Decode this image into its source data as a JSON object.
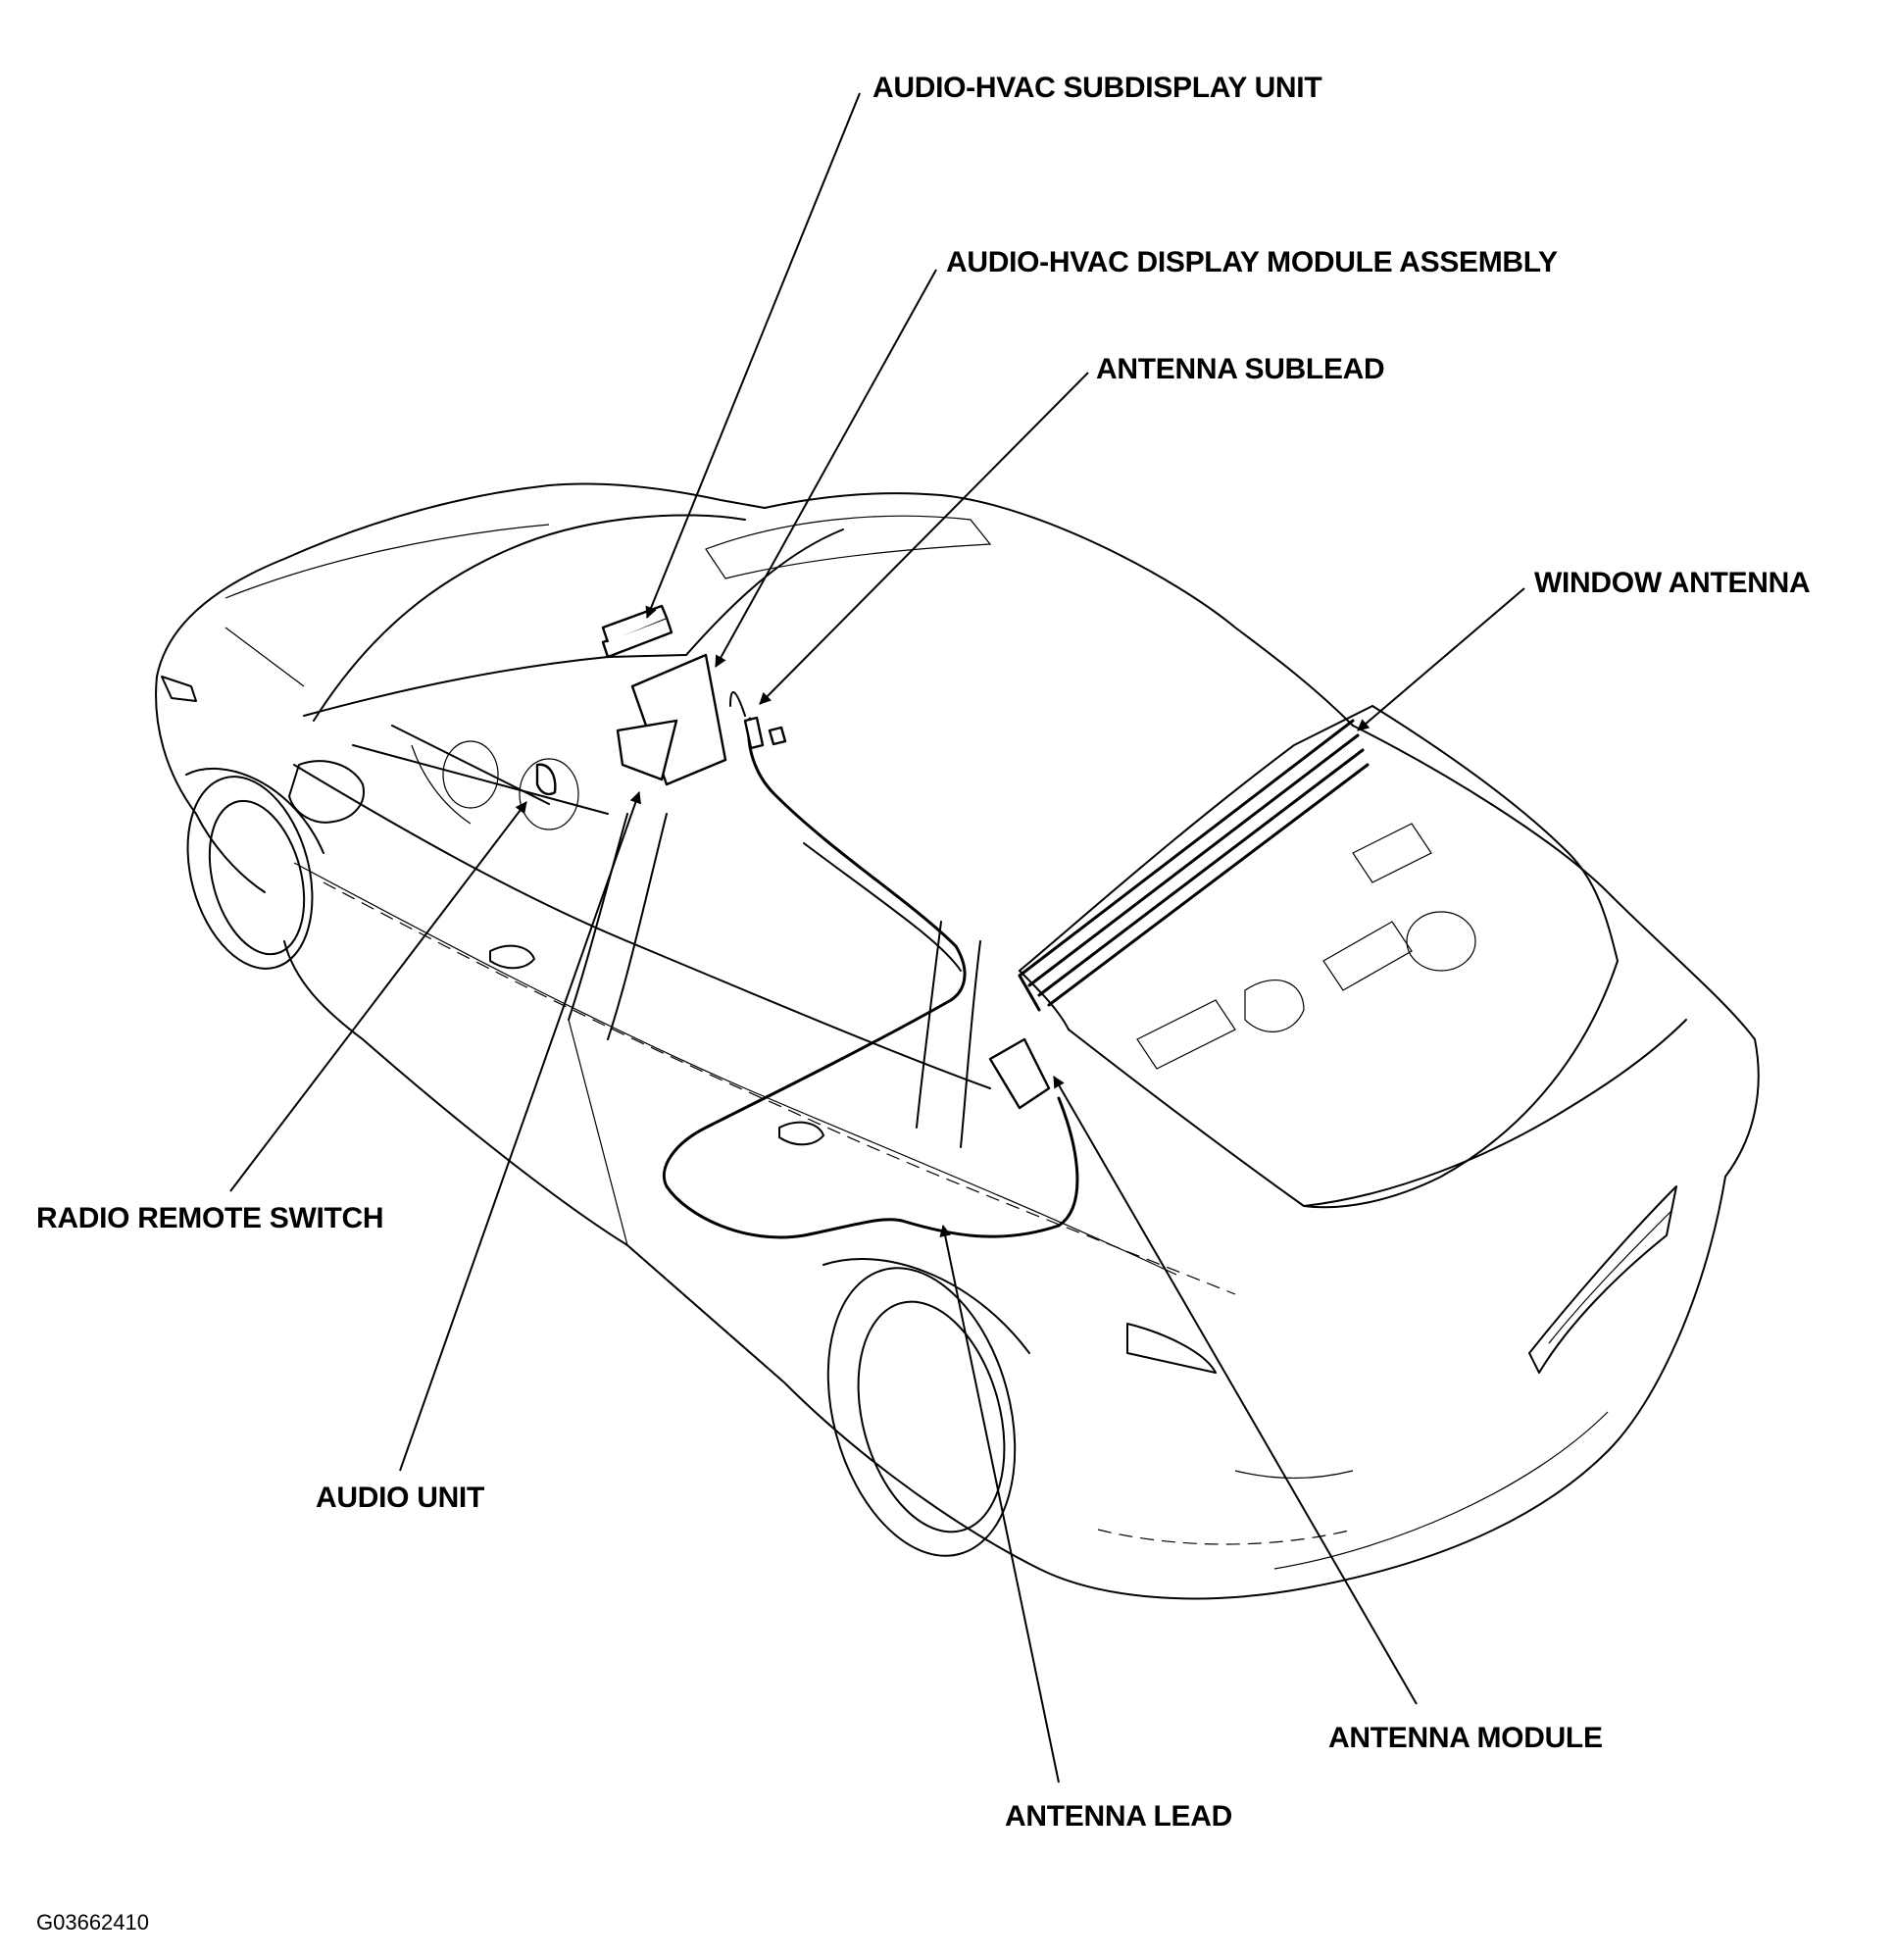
{
  "labels": {
    "subdisplay": "AUDIO-HVAC SUBDISPLAY UNIT",
    "display_module": "AUDIO-HVAC DISPLAY MODULE ASSEMBLY",
    "antenna_sublead": "ANTENNA SUBLEAD",
    "window_antenna": "WINDOW ANTENNA",
    "radio_remote_switch": "RADIO REMOTE SWITCH",
    "audio_unit": "AUDIO UNIT",
    "antenna_module": "ANTENNA MODULE",
    "antenna_lead": "ANTENNA LEAD"
  },
  "figure_id": "G03662410",
  "colors": {
    "line": "#000000",
    "background": "#ffffff"
  }
}
